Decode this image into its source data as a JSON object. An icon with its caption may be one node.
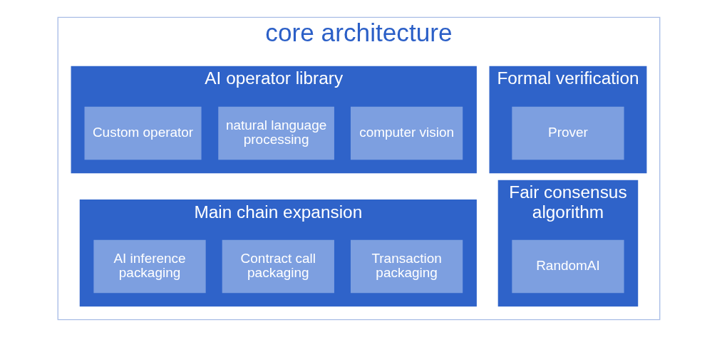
{
  "diagram": {
    "nodes": [
      {
        "text": [
          "core architecture"
        ]
      },
      {
        "text": [
          "Formal verification"
        ],
        "in": 0
      },
      {
        "text": [
          "Prover"
        ],
        "in": 1
      },
      {
        "text": [
          "AI operator library"
        ],
        "in": 0
      },
      {
        "text": [
          "computer vision"
        ],
        "in": 3
      },
      {
        "text": [
          "natural language processing"
        ],
        "in": 3
      },
      {
        "text": [
          "Custom operator"
        ],
        "in": 3
      },
      {
        "text": [
          "Fair consensus algorithm"
        ],
        "in": 0
      },
      {
        "text": [
          "RandomAI"
        ],
        "in": 7
      },
      {
        "text": [
          "Main chain expansion"
        ],
        "in": 0
      },
      {
        "text": [
          "Transaction packaging"
        ],
        "in": 9
      },
      {
        "text": [
          "Contract call packaging"
        ],
        "in": 9
      },
      {
        "text": [
          "AI inference packaging"
        ],
        "in": 9
      }
    ],
    "edges": []
  }
}
